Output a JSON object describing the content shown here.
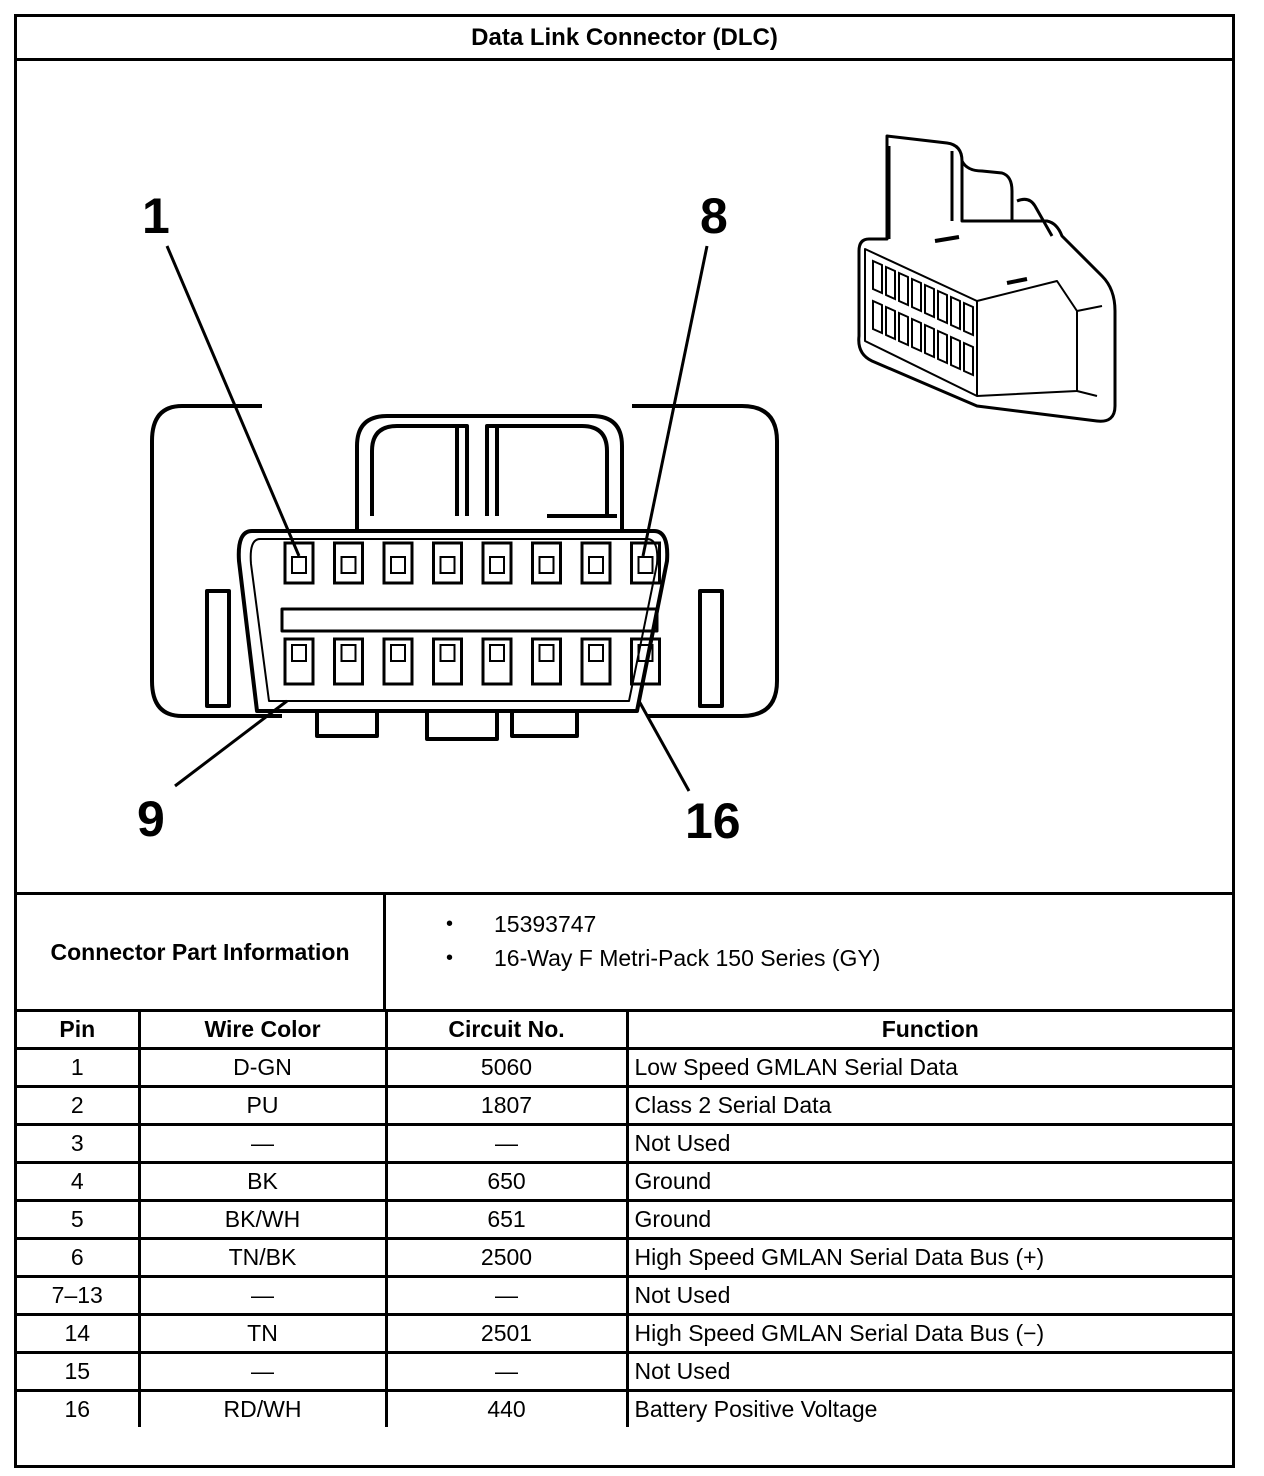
{
  "title": "Data Link Connector (DLC)",
  "diagram": {
    "callouts": {
      "pin1": "1",
      "pin8": "8",
      "pin9": "9",
      "pin16": "16"
    }
  },
  "part_info": {
    "label": "Connector Part Information",
    "items": [
      "15393747",
      "16-Way F Metri-Pack 150 Series (GY)"
    ],
    "bullet": "•"
  },
  "table": {
    "headers": {
      "pin": "Pin",
      "wire": "Wire Color",
      "circuit": "Circuit No.",
      "function": "Function"
    },
    "rows": [
      {
        "pin": "1",
        "wire": "D-GN",
        "circuit": "5060",
        "function": "Low Speed GMLAN Serial Data"
      },
      {
        "pin": "2",
        "wire": "PU",
        "circuit": "1807",
        "function": "Class 2 Serial Data"
      },
      {
        "pin": "3",
        "wire": "—",
        "circuit": "—",
        "function": "Not Used"
      },
      {
        "pin": "4",
        "wire": "BK",
        "circuit": "650",
        "function": "Ground"
      },
      {
        "pin": "5",
        "wire": "BK/WH",
        "circuit": "651",
        "function": "Ground"
      },
      {
        "pin": "6",
        "wire": "TN/BK",
        "circuit": "2500",
        "function": "High Speed GMLAN Serial Data Bus (+)"
      },
      {
        "pin": "7–13",
        "wire": "—",
        "circuit": "—",
        "function": "Not Used"
      },
      {
        "pin": "14",
        "wire": "TN",
        "circuit": "2501",
        "function": "High Speed GMLAN Serial Data Bus (−)"
      },
      {
        "pin": "15",
        "wire": "—",
        "circuit": "—",
        "function": "Not Used"
      },
      {
        "pin": "16",
        "wire": "RD/WH",
        "circuit": "440",
        "function": "Battery Positive Voltage"
      }
    ]
  }
}
